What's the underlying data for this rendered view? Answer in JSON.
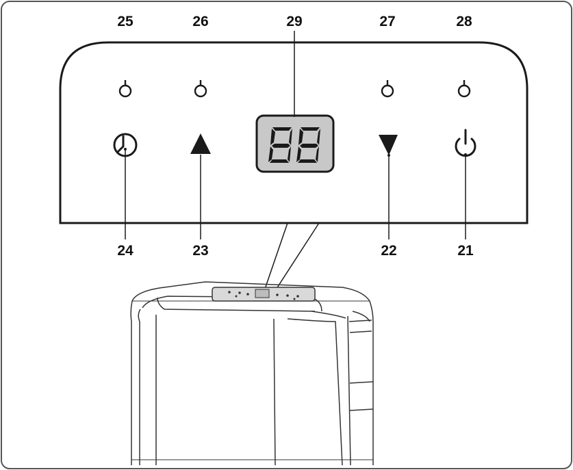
{
  "diagram": {
    "callouts": {
      "c25": "25",
      "c26": "26",
      "c29": "29",
      "c27": "27",
      "c28": "28",
      "c24": "24",
      "c23": "23",
      "c22": "22",
      "c21": "21"
    },
    "display_readout": "88"
  },
  "colors": {
    "line": "#1a1a1a",
    "display_bg": "#c8c8c8",
    "segment": "#1a1a1a"
  },
  "icons": [
    "indicator-light-icon",
    "timer-icon",
    "up-arrow-icon",
    "down-arrow-icon",
    "power-icon"
  ]
}
